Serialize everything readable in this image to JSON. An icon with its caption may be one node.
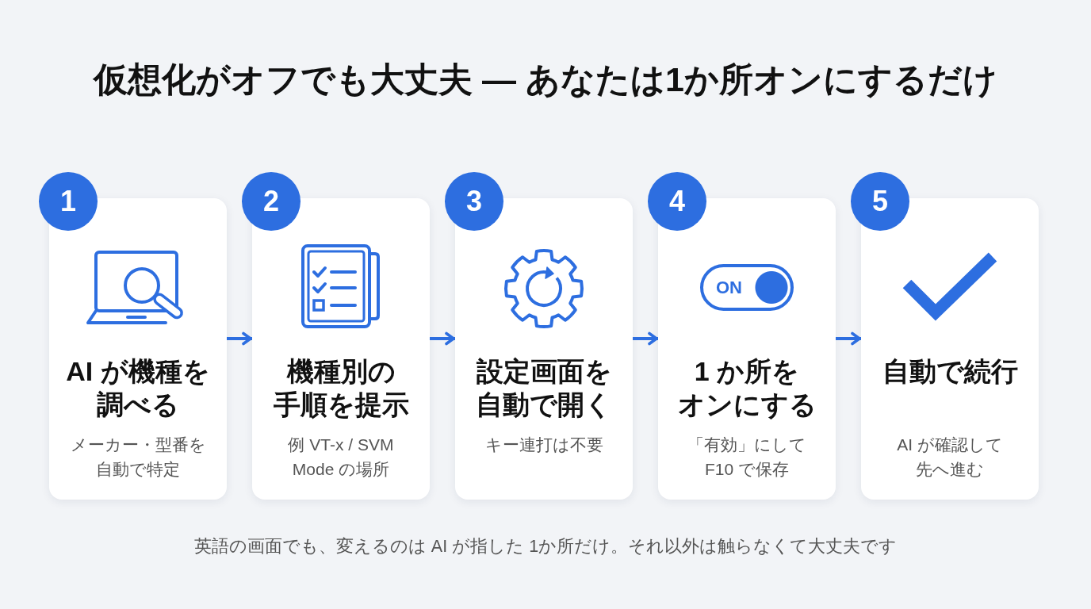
{
  "diagram": {
    "title": "仮想化がオフでも大丈夫 — あなたは1か所オンにするだけ",
    "nodes": [
      {
        "text": [
          "1"
        ]
      },
      {
        "text": [
          "AI が機種を調べる",
          "メーカー・型番を自動で特定"
        ]
      },
      {
        "text": [
          "2"
        ]
      },
      {
        "text": [
          "機種別の手順を提示",
          "例 VT-x / SVM Mode の場所"
        ]
      },
      {
        "text": [
          "3"
        ]
      },
      {
        "text": [
          "設定画面を自動で開く",
          "キー連打は不要"
        ]
      },
      {
        "text": [
          "4"
        ]
      },
      {
        "text": [
          "1 か所をオンにする",
          "「有効」にしてF10 で保存"
        ]
      },
      {
        "text": [
          "ON"
        ],
        "in": 7
      },
      {
        "text": [
          "5"
        ]
      },
      {
        "text": [
          "自動で続行",
          "AI が確認して先へ進む"
        ]
      }
    ],
    "edges": [
      {
        "from": 1,
        "to": 3,
        "arrow": "to"
      },
      {
        "from": 3,
        "to": 5,
        "arrow": "to"
      },
      {
        "from": 5,
        "to": 7,
        "arrow": "to"
      },
      {
        "from": 7,
        "to": 10,
        "arrow": "to"
      }
    ],
    "caption": "英語の画面でも、変えるのは AI が指した 1か所だけ。それ以外は触らなくて大丈夫です"
  }
}
